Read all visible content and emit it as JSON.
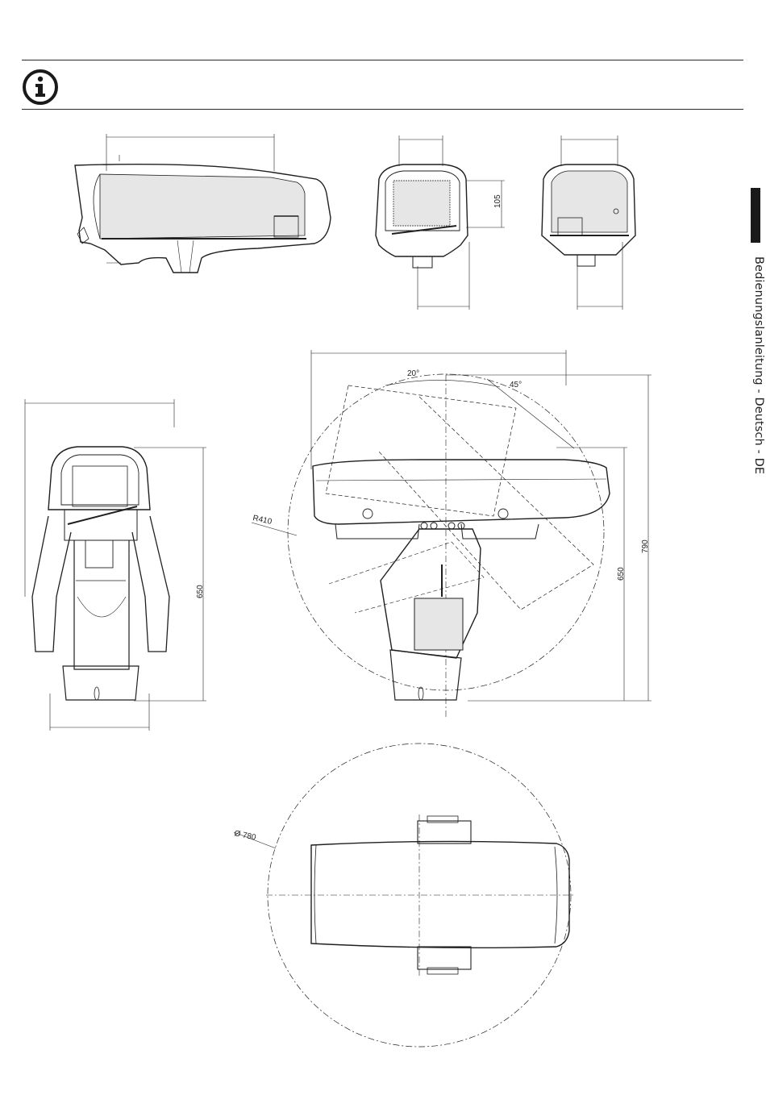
{
  "header": {
    "icon": "info-icon",
    "side_label": "Bedienungslanleitung - Deutsch - DE"
  },
  "dimensions": {
    "front_height": "105",
    "rear_height": "650",
    "side_height_inner": "650",
    "side_height_outer": "790",
    "tilt_up": "20°",
    "tilt_down": "45°",
    "swing_radius": "R410",
    "top_diameter": "Ø 780"
  }
}
